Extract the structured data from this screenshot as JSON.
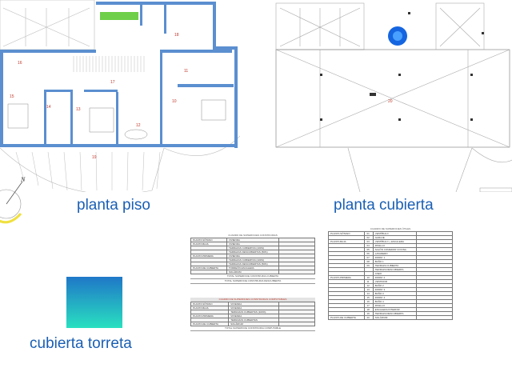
{
  "titles": {
    "floor_plan": "planta piso",
    "roof_plan": "planta cubierta",
    "turret_roof": "cubierta torreta"
  },
  "floor_plan_rooms": [
    "10",
    "11",
    "12",
    "13",
    "14",
    "15",
    "16",
    "17",
    "18",
    "19"
  ],
  "roof_plan_rooms": [
    "20"
  ],
  "compass": {
    "north_label": "N"
  },
  "colors": {
    "walls": "#5b8fd0",
    "titles": "#1a5fb4",
    "room_labels": "#c0392b",
    "turret_gradient_top": "#1f77c8",
    "turret_gradient_bottom": "#29e0c0",
    "skylight": "#1565e0"
  },
  "table_built": {
    "caption": "CUADRO DE SUPERFICIES CONSTRUIDAS",
    "rows": [
      {
        "level": "PLANTA SÓTANO",
        "item": "VIVIENDA"
      },
      {
        "level": "PLANTA BAJA",
        "item": "VIVIENDA"
      },
      {
        "level": "",
        "item": "TERRAZAS CUBIERTAS (100%)"
      },
      {
        "level": "",
        "item": "TERRAZAS DESCUBIERTAS (50%)"
      },
      {
        "level": "PLANTA PRIMERA",
        "item": "VIVIENDA"
      },
      {
        "level": "",
        "item": "TERRAZAS CUBIERTAS (100%)"
      },
      {
        "level": "",
        "item": "TERRAZAS DESCUBIERTAS (50%)"
      },
      {
        "level": "PLANTA DE CUBIERTA",
        "item": "TORREÓN ESCALERA"
      },
      {
        "level": "",
        "item": "SOLÁRIUM"
      }
    ],
    "totals": [
      "TOTAL SUPERFICIE CONSTRUIDA CUBIERTA",
      "TOTAL SUPERFICIE CONSTRUIDA DESCUBIERTA"
    ]
  },
  "table_computable": {
    "caption": "CUADRO DE SUPERFICIES CONSTRUIDAS COMPUTABLES",
    "rows": [
      {
        "level": "PLANTA SÓTANO",
        "item": "VIVIENDA"
      },
      {
        "level": "PLANTA BAJA",
        "item": "VIVIENDA"
      },
      {
        "level": "",
        "item": "TERRAZAS CUBIERTAS (100%)"
      },
      {
        "level": "PLANTA PRIMERA",
        "item": "VIVIENDA"
      },
      {
        "level": "",
        "item": "TERRAZAS CUBIERTAS"
      },
      {
        "level": "PLANTA DE CUBIERTA",
        "item": "SOLÁRIUM"
      }
    ],
    "totals": [
      "TOTAL SUPERFICIE CONSTRUIDA COMPUTABLE"
    ]
  },
  "table_useful": {
    "caption": "CUADRO DE SUPERFICIES ÚTILES",
    "rows": [
      {
        "level": "PLANTA SÓTANO",
        "num": "01",
        "item": "VESTÍBULO"
      },
      {
        "level": "",
        "num": "02",
        "item": "GARAJE"
      },
      {
        "level": "PLANTA BAJA",
        "num": "03",
        "item": "VESTÍBULO + ESCALERA"
      },
      {
        "level": "",
        "num": "04",
        "item": "PASILLO"
      },
      {
        "level": "",
        "num": "05",
        "item": "SALÓN COMEDOR COCINA"
      },
      {
        "level": "",
        "num": "06",
        "item": "LAVADERO"
      },
      {
        "level": "",
        "num": "07",
        "item": "DORM. 1"
      },
      {
        "level": "",
        "num": "08",
        "item": "BAÑO 1"
      },
      {
        "level": "",
        "num": "09",
        "item": "TERRAZA CUBIERTA"
      },
      {
        "level": "",
        "num": "",
        "item": "TERRAZA DESCUBIERTA"
      },
      {
        "level": "",
        "num": "",
        "item": "ASEO"
      },
      {
        "level": "PLANTA PRIMERA",
        "num": "10",
        "item": "DORM. 2"
      },
      {
        "level": "",
        "num": "11",
        "item": "VESTIDOR"
      },
      {
        "level": "",
        "num": "12",
        "item": "BAÑO 2"
      },
      {
        "level": "",
        "num": "13",
        "item": "DORM. 3"
      },
      {
        "level": "",
        "num": "14",
        "item": "BAÑO 3"
      },
      {
        "level": "",
        "num": "15",
        "item": "DORM. 4"
      },
      {
        "level": "",
        "num": "16",
        "item": "BAÑO 4"
      },
      {
        "level": "",
        "num": "17",
        "item": "PASILLO"
      },
      {
        "level": "",
        "num": "18",
        "item": "ESCALERA INTERIOR"
      },
      {
        "level": "",
        "num": "19",
        "item": "TERRAZA DESCUBIERTA"
      },
      {
        "level": "PLANTA DE CUBIERTA",
        "num": "20",
        "item": "SOLÁRIUM"
      }
    ]
  }
}
